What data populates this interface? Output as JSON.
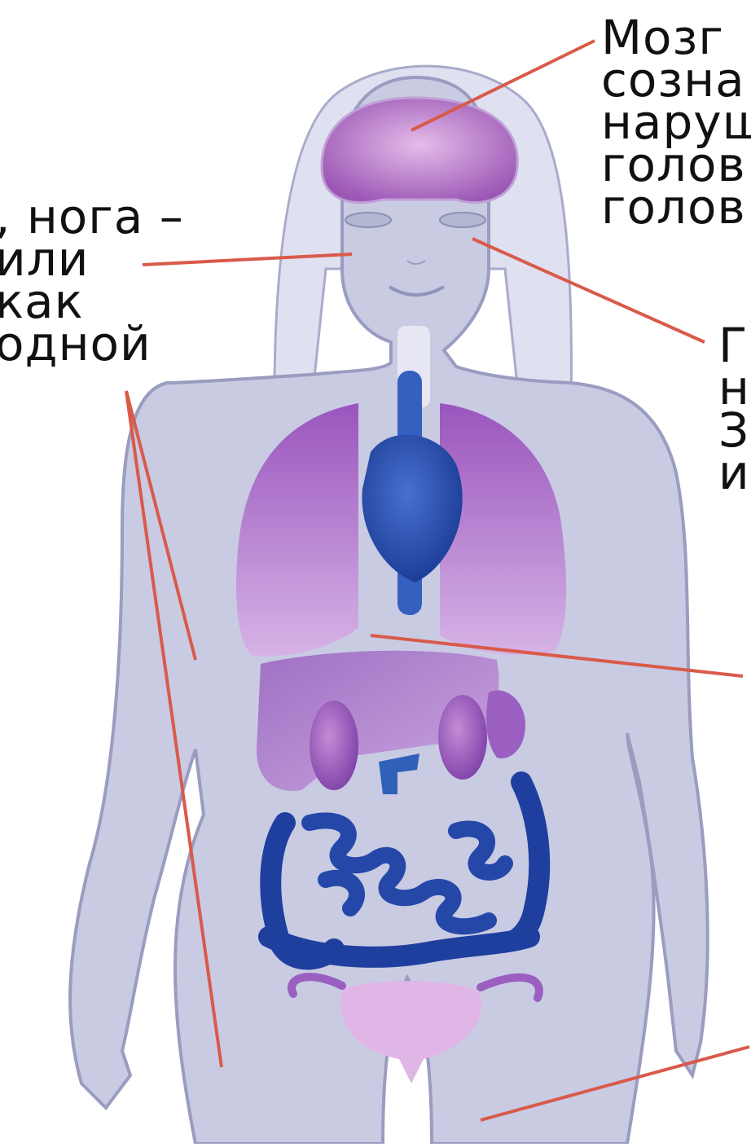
{
  "labels": {
    "brain": [
      "Мозг",
      "созна",
      "наруш",
      "голов",
      "голов"
    ],
    "limb": [
      ", нога –",
      "или",
      "как",
      " одной"
    ],
    "eyes": [
      "Г",
      "н",
      "З",
      "и"
    ]
  },
  "colors": {
    "body_fill": "#c9cbe3",
    "body_outline": "#9a9cc0",
    "organ_violet": "#9a5fc0",
    "organ_blue": "#1e3f9e",
    "pointer_line": "#d95a4a"
  }
}
